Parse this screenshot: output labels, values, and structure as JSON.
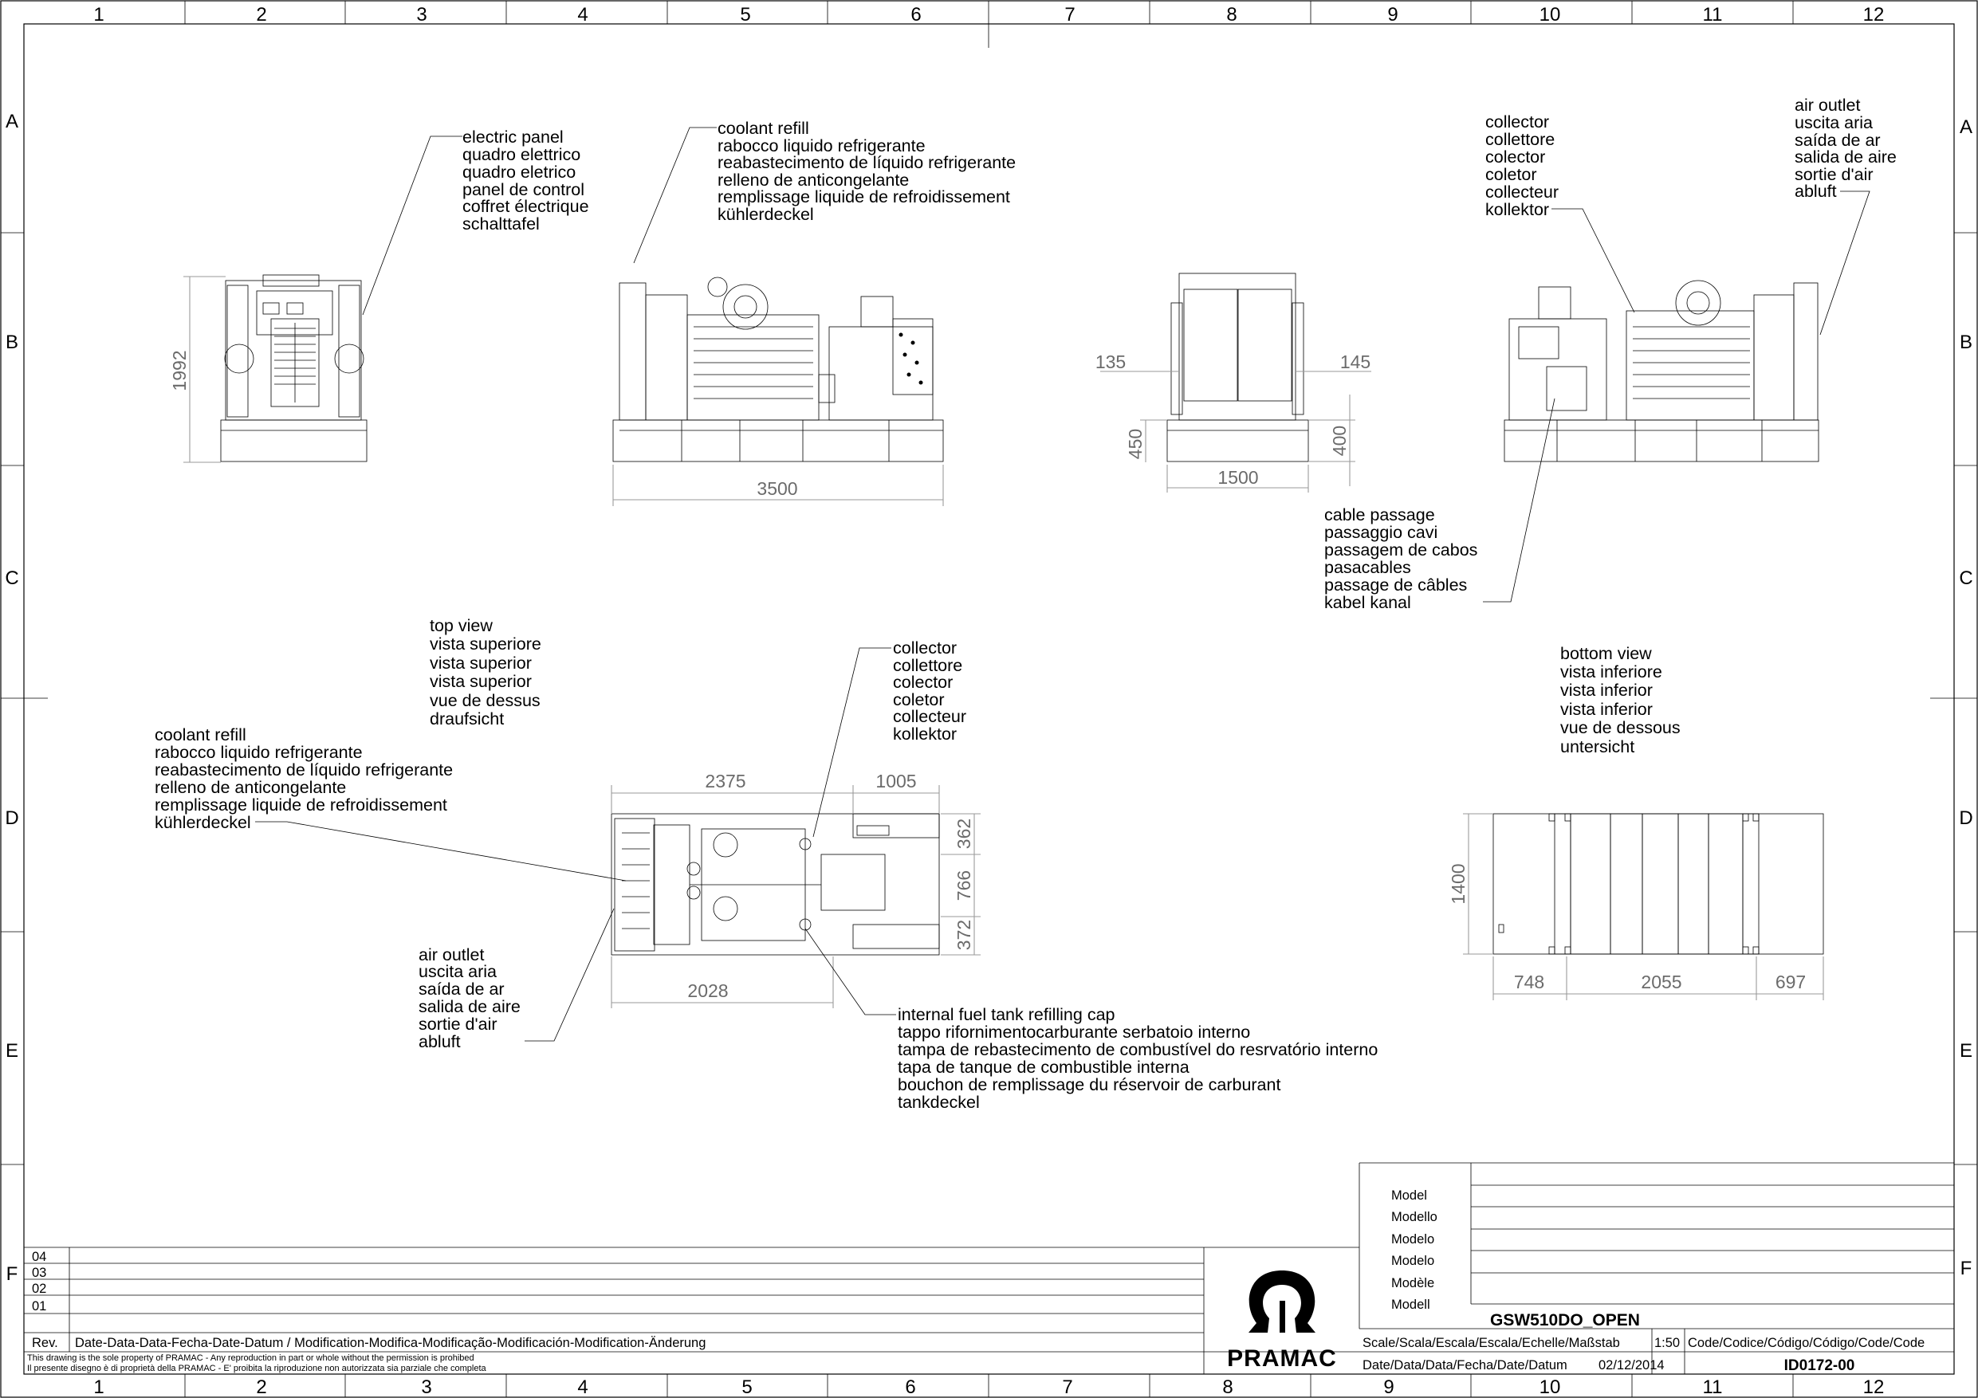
{
  "grid": {
    "columns": [
      "1",
      "2",
      "3",
      "4",
      "5",
      "6",
      "7",
      "8",
      "9",
      "10",
      "11",
      "12"
    ],
    "rows": [
      "A",
      "B",
      "C",
      "D",
      "E",
      "F"
    ]
  },
  "callouts": {
    "electric_panel": [
      "electric panel",
      "quadro elettrico",
      "quadro eletrico",
      "panel de control",
      "coffret électrique",
      "schalttafel"
    ],
    "coolant_refill": [
      "coolant refill",
      "rabocco liquido refrigerante",
      "reabastecimento de líquido refrigerante",
      "relleno de anticongelante",
      "remplissage liquide de refroidissement",
      "kühlerdeckel"
    ],
    "collector": [
      "collector",
      "collettore",
      "colector",
      "coletor",
      "collecteur",
      "kollektor"
    ],
    "air_outlet": [
      "air outlet",
      "uscita aria",
      "saída de ar",
      "salida de aire",
      "sortie d'air",
      "abluft"
    ],
    "cable_passage": [
      "cable passage",
      "passaggio cavi",
      "passagem de cabos",
      "pasacables",
      "passage de câbles",
      "kabel kanal"
    ],
    "top_view": [
      "top view",
      "vista superiore",
      "vista superior",
      "vista superior",
      "vue de dessus",
      "draufsicht"
    ],
    "bottom_view": [
      "bottom view",
      "vista inferiore",
      "vista inferior",
      "vista inferior",
      "vue de dessous",
      "untersicht"
    ],
    "coolant_refill_top": [
      "coolant refill",
      "rabocco liquido refrigerante",
      "reabastecimento de líquido refrigerante",
      "relleno de anticongelante",
      "remplissage liquide de refroidissement",
      "kühlerdeckel"
    ],
    "collector_top": [
      "collector",
      "collettore",
      "colector",
      "coletor",
      "collecteur",
      "kollektor"
    ],
    "air_outlet_top": [
      "air outlet",
      "uscita aria",
      "saída de ar",
      "salida de aire",
      "sortie d'air",
      "abluft"
    ],
    "fuel_cap": [
      "internal fuel tank refilling cap",
      "tappo rifornimentocarburante serbatoio interno",
      "tampa de rebastecimento de combustível do resrvatório interno",
      "tapa de tanque de combustible interna",
      "bouchon de remplissage du réservoir de carburant",
      "tankdeckel"
    ]
  },
  "dimensions": {
    "height_front": "1992",
    "length_side": "3500",
    "rear_left": "135",
    "rear_right": "145",
    "rear_base": "450",
    "rear_base_inner": "400",
    "rear_width": "1500",
    "top_2375": "2375",
    "top_1005": "1005",
    "top_362": "362",
    "top_766": "766",
    "top_372": "372",
    "top_2028": "2028",
    "bottom_1400": "1400",
    "bottom_748": "748",
    "bottom_2055": "2055",
    "bottom_697": "697"
  },
  "title_block": {
    "model_labels": [
      "Model",
      "Modello",
      "Modelo",
      "Modelo",
      "Modèle",
      "Modell"
    ],
    "model_value": "GSW510DO_OPEN",
    "scale_label": "Scale/Scala/Escala/Escala/Echelle/Maßstab",
    "scale_value": "1:50",
    "code_label": "Code/Codice/Código/Código/Code/Code",
    "code_value": "ID0172-00",
    "date_label": "Date/Data/Data/Fecha/Date/Datum",
    "date_value": "02/12/2014",
    "brand": "PRAMAC",
    "revisions": [
      "04",
      "03",
      "02",
      "01"
    ],
    "rev_label": "Rev.",
    "rev_header": "Date-Data-Data-Fecha-Date-Datum / Modification-Modifica-Modificação-Modificación-Modification-Änderung",
    "disclaimer_1": "This drawing is the sole property of PRAMAC - Any reproduction in part or whole without the permission is prohibed",
    "disclaimer_2": "Il presente disegno è di proprietà della PRAMAC - E' proibita la riproduzione non autorizzata sia parziale che completa"
  }
}
